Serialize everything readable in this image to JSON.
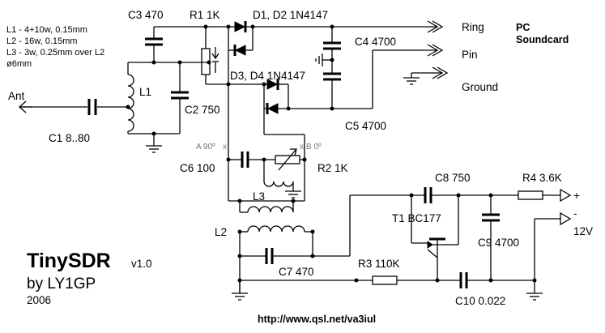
{
  "notes": {
    "line1": "L1 - 4+10w, 0.15mm",
    "line2": "L2 - 16w, 0.15mm",
    "line3": "L3 - 3w, 0.25mm over L2",
    "line4": "ø6mm"
  },
  "components": {
    "c3": "C3 470",
    "r1": "R1 1K",
    "d12": "D1, D2 1N4147",
    "c4": "C4 4700",
    "d34": "D3, D4 1N4147",
    "c5": "C5 4700",
    "l1": "L1",
    "c2": "C2 750",
    "c1": "C1 8..80",
    "c6": "C6 100",
    "r2": "R2 1K",
    "l3": "L3",
    "l2": "L2",
    "c7": "C7 470",
    "c8": "C8 750",
    "r4": "R4 3.6K",
    "t1": "T1 BC177",
    "c9": "C9 4700",
    "r3": "R3 110K",
    "c10": "C10 0.022"
  },
  "ports": {
    "ring": "Ring",
    "pin": "Pin",
    "ground": "Ground",
    "ant": "Ant",
    "pc_line1": "PC",
    "pc_line2": "Soundcard",
    "plus": "+",
    "minus": "-",
    "supply": "12V"
  },
  "test_points": {
    "a": "A 90º",
    "b": "B 0º"
  },
  "footer": {
    "title": "TinySDR",
    "version": "v1.0",
    "author": "by LY1GP",
    "year": "2006",
    "url": "http://www.qsl.net/va3iul"
  }
}
